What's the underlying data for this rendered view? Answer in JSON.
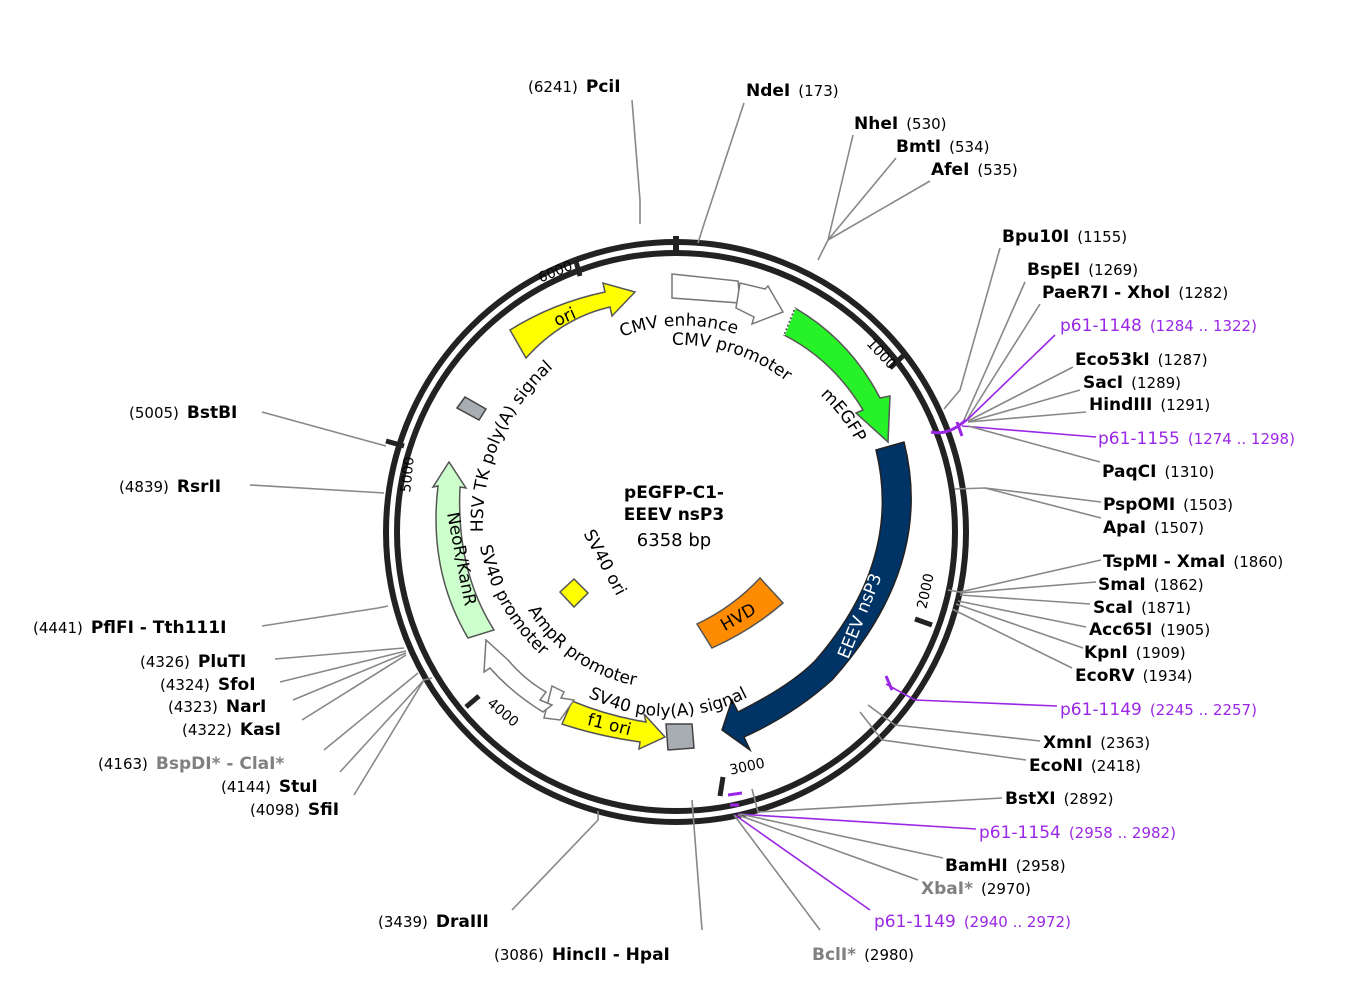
{
  "plasmid": {
    "name_line1": "pEGFP-C1-",
    "name_line2": "EEEV nsP3",
    "size": "6358 bp"
  },
  "ticks": [
    {
      "label": "1000"
    },
    {
      "label": "2000"
    },
    {
      "label": "3000"
    },
    {
      "label": "4000"
    },
    {
      "label": "5000"
    },
    {
      "label": "6000"
    }
  ],
  "features": [
    {
      "name": "CMV enhancer",
      "color": "#ffffff"
    },
    {
      "name": "CMV promoter",
      "color": "#ffffff"
    },
    {
      "name": "mEGFP",
      "color": "#27f127"
    },
    {
      "name": "EEEV nsP3",
      "color": "#003366"
    },
    {
      "name": "HVD",
      "color": "#ff8c00"
    },
    {
      "name": "SV40 poly(A) signal",
      "color": "#a7adb3"
    },
    {
      "name": "f1 ori",
      "color": "#ffff00"
    },
    {
      "name": "AmpR promoter",
      "color": "#ffffff"
    },
    {
      "name": "SV40 promoter",
      "color": "#ffffff"
    },
    {
      "name": "SV40 ori",
      "color": "#ffff00"
    },
    {
      "name": "NeoR/KanR",
      "color": "#ccffcc"
    },
    {
      "name": "HSV TK poly(A) signal",
      "color": "#a7adb3"
    },
    {
      "name": "ori",
      "color": "#ffff00"
    }
  ],
  "sites": [
    {
      "name": "PciI",
      "pos": "(6241)"
    },
    {
      "name": "NdeI",
      "pos": "(173)"
    },
    {
      "name": "NheI",
      "pos": "(530)"
    },
    {
      "name": "BmtI",
      "pos": "(534)"
    },
    {
      "name": "AfeI",
      "pos": "(535)"
    },
    {
      "name": "Bpu10I",
      "pos": "(1155)"
    },
    {
      "name": "BspEI",
      "pos": "(1269)"
    },
    {
      "name": "PaeR7I - XhoI",
      "pos": "(1282)"
    },
    {
      "name": "p61-1148",
      "pos": "(1284 .. 1322)"
    },
    {
      "name": "Eco53kI",
      "pos": "(1287)"
    },
    {
      "name": "SacI",
      "pos": "(1289)"
    },
    {
      "name": "HindIII",
      "pos": "(1291)"
    },
    {
      "name": "p61-1155",
      "pos": "(1274 .. 1298)"
    },
    {
      "name": "PaqCI",
      "pos": "(1310)"
    },
    {
      "name": "PspOMI",
      "pos": "(1503)"
    },
    {
      "name": "ApaI",
      "pos": "(1507)"
    },
    {
      "name": "TspMI - XmaI",
      "pos": "(1860)"
    },
    {
      "name": "SmaI",
      "pos": "(1862)"
    },
    {
      "name": "ScaI",
      "pos": "(1871)"
    },
    {
      "name": "Acc65I",
      "pos": "(1905)"
    },
    {
      "name": "KpnI",
      "pos": "(1909)"
    },
    {
      "name": "EcoRV",
      "pos": "(1934)"
    },
    {
      "name": "p61-1149",
      "pos": "(2245 .. 2257)"
    },
    {
      "name": "XmnI",
      "pos": "(2363)"
    },
    {
      "name": "EcoNI",
      "pos": "(2418)"
    },
    {
      "name": "BstXI",
      "pos": "(2892)"
    },
    {
      "name": "p61-1154",
      "pos": "(2958 .. 2982)"
    },
    {
      "name": "BamHI",
      "pos": "(2958)"
    },
    {
      "name": "XbaI*",
      "pos": "(2970)"
    },
    {
      "name": "p61-1149",
      "pos": "(2940 .. 2972)"
    },
    {
      "name": "BclI*",
      "pos": "(2980)"
    },
    {
      "name": "HincII - HpaI",
      "pos": "(3086)"
    },
    {
      "name": "DraIII",
      "pos": "(3439)"
    },
    {
      "name": "SfiI",
      "pos": "(4098)"
    },
    {
      "name": "StuI",
      "pos": "(4144)"
    },
    {
      "name": "BspDI* - ClaI*",
      "pos": "(4163)"
    },
    {
      "name": "KasI",
      "pos": "(4322)"
    },
    {
      "name": "NarI",
      "pos": "(4323)"
    },
    {
      "name": "SfoI",
      "pos": "(4324)"
    },
    {
      "name": "PluTI",
      "pos": "(4326)"
    },
    {
      "name": "PflFI - Tth111I",
      "pos": "(4441)"
    },
    {
      "name": "RsrII",
      "pos": "(4839)"
    },
    {
      "name": "BstBI",
      "pos": "(5005)"
    }
  ]
}
